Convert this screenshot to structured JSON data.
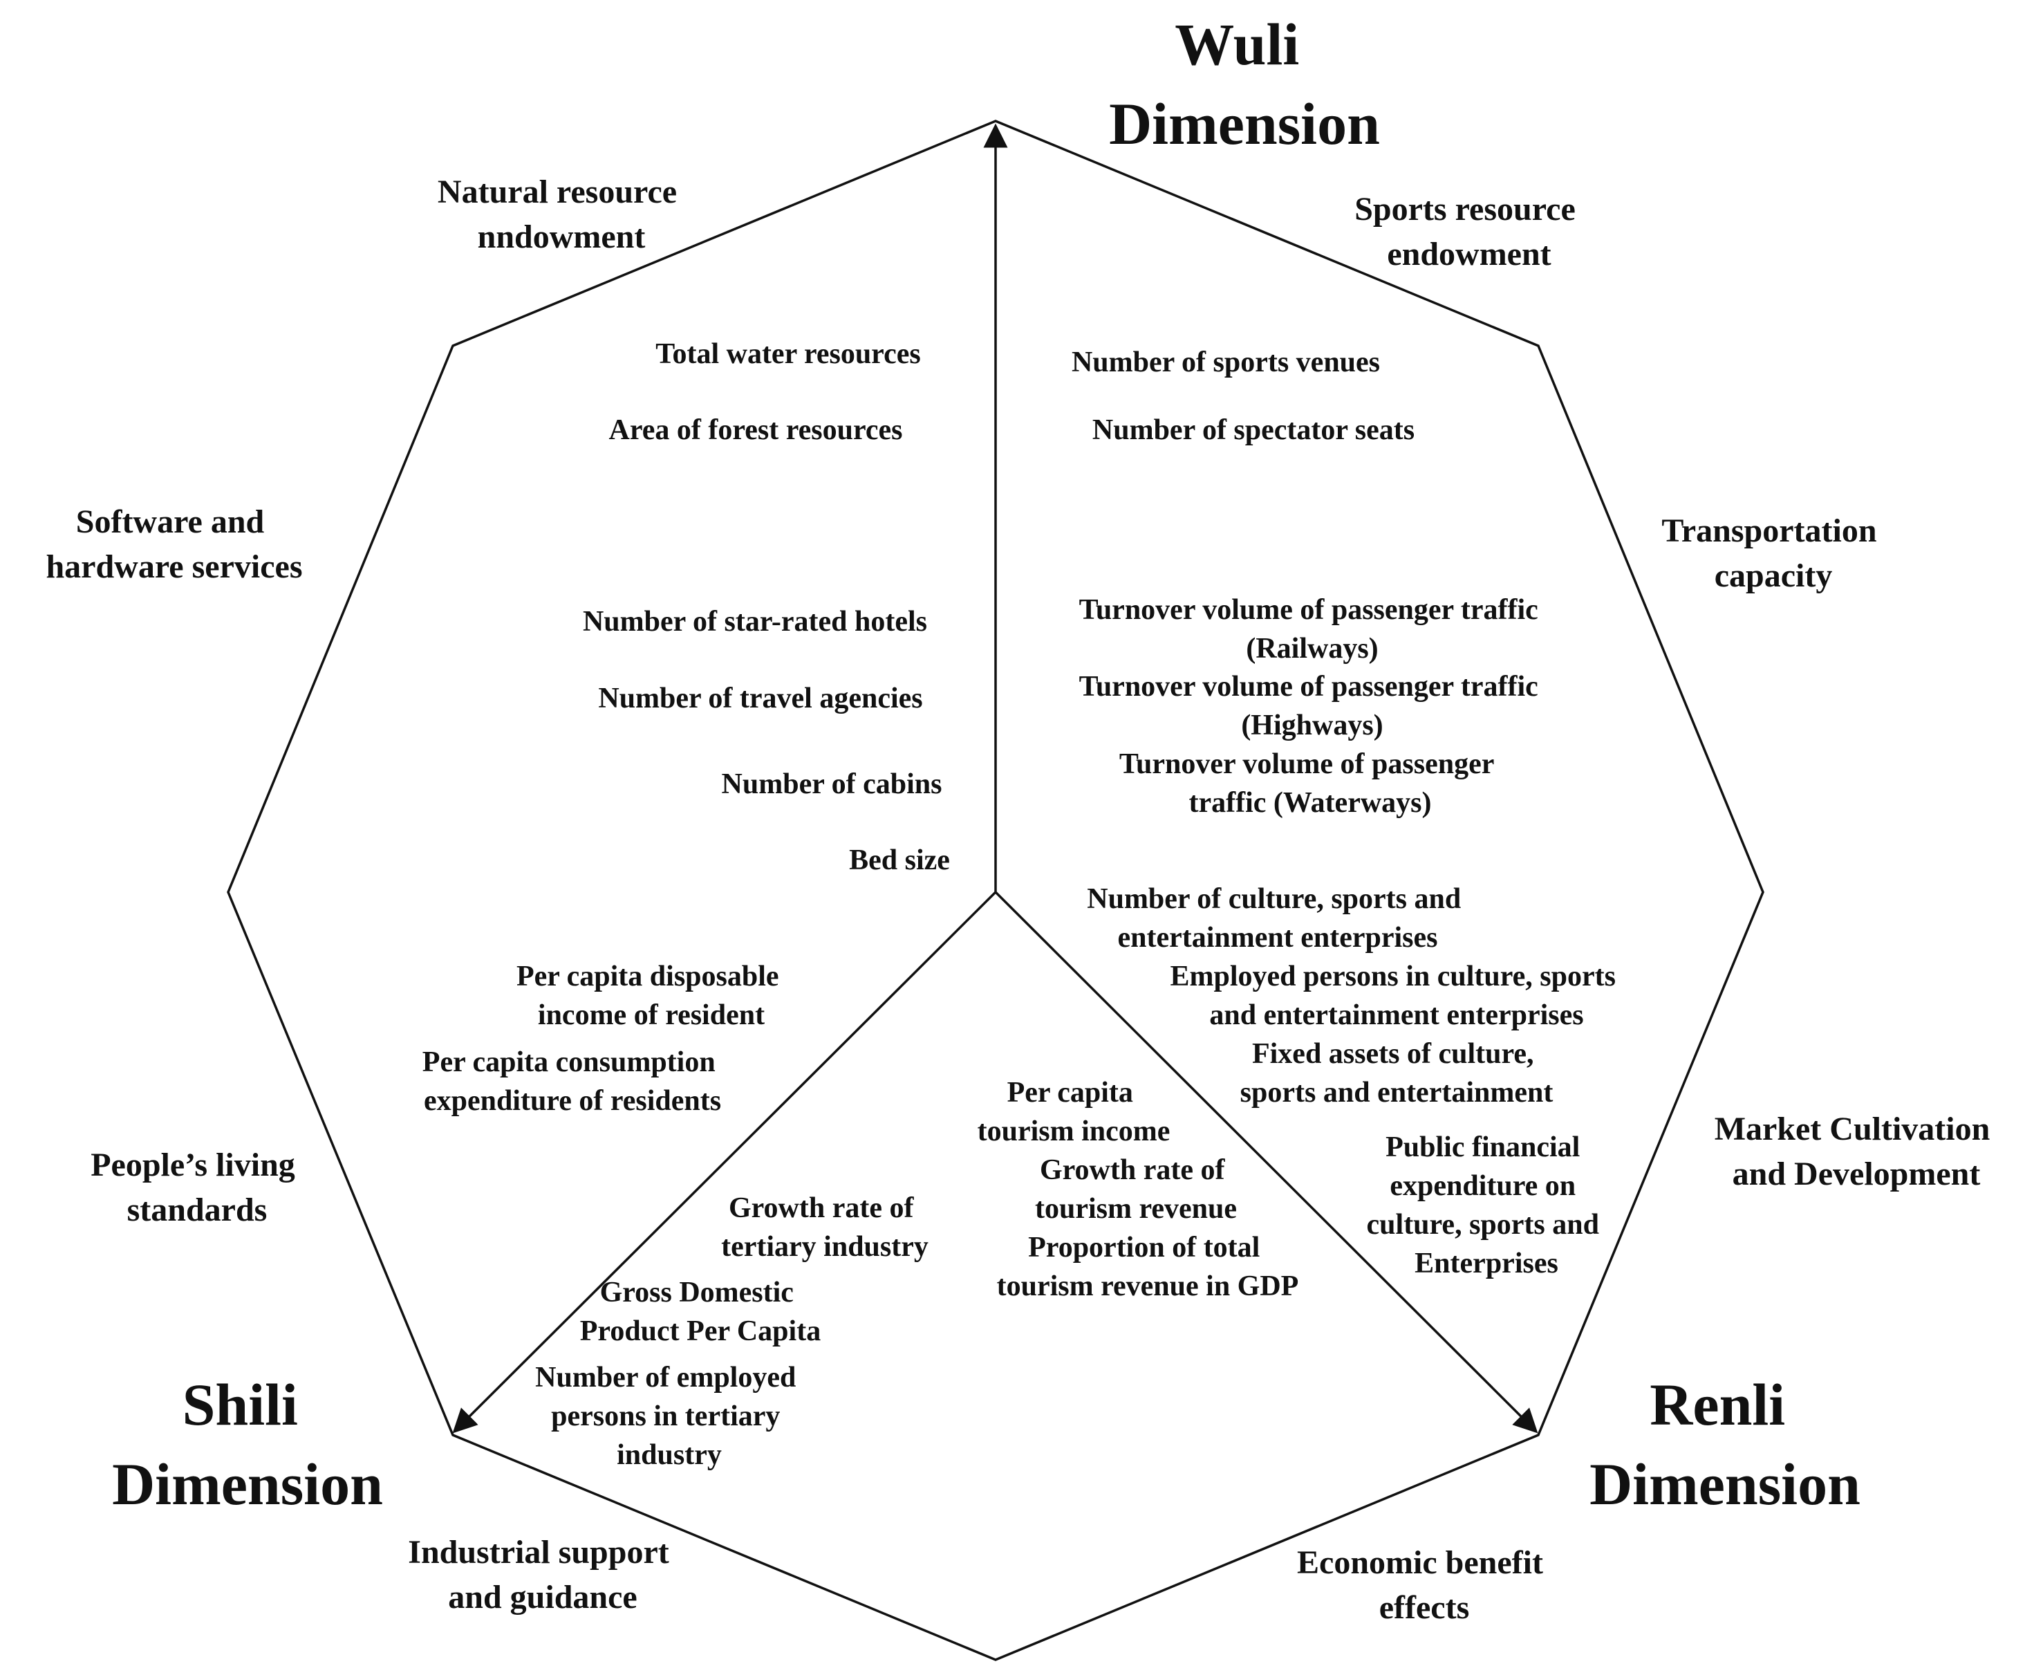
{
  "colors": {
    "line": "#111111",
    "text": "#111111",
    "background": "#ffffff"
  },
  "dimensions": {
    "wuli": [
      "Wuli",
      "Dimension"
    ],
    "shili": [
      "Shili",
      "Dimension"
    ],
    "renli": [
      "Renli",
      "Dimension"
    ]
  },
  "subdimensions": {
    "natural_resource": [
      "Natural resource",
      "nndowment"
    ],
    "sports_resource": [
      "Sports resource",
      "endowment"
    ],
    "software_hardware": [
      "Software and",
      "hardware services"
    ],
    "transportation": [
      "Transportation",
      "capacity"
    ],
    "living_standards": [
      "People’s living",
      "standards"
    ],
    "market_cultivation": [
      "Market Cultivation",
      "and Development"
    ],
    "industrial_support": [
      "Industrial support",
      "and guidance"
    ],
    "economic_benefit": [
      "Economic benefit",
      "effects"
    ]
  },
  "indicators": {
    "water": [
      "Total water resources"
    ],
    "forest": [
      "Area of forest resources"
    ],
    "sports_venues": [
      "Number of sports venues"
    ],
    "spectator_seats": [
      "Number of spectator seats"
    ],
    "hotels": [
      "Number of star-rated hotels"
    ],
    "agencies": [
      "Number of travel agencies"
    ],
    "cabins": [
      "Number of cabins"
    ],
    "beds": [
      "Bed size"
    ],
    "railways": [
      "Turnover volume of passenger traffic",
      "(Railways)"
    ],
    "highways": [
      "Turnover volume of passenger traffic",
      "(Highways)"
    ],
    "waterways": [
      "Turnover volume of passenger",
      "traffic (Waterways)"
    ],
    "enterprises": [
      "Number of culture, sports and",
      "entertainment enterprises"
    ],
    "employed_culture": [
      "Employed persons in culture, sports",
      "and entertainment enterprises"
    ],
    "fixed_assets": [
      "Fixed assets of culture,",
      "sports and entertainment"
    ],
    "public_expenditure": [
      "Public financial",
      "expenditure on",
      "culture, sports and",
      "Enterprises"
    ],
    "disposable_income": [
      "Per capita disposable",
      "income of resident"
    ],
    "consumption": [
      "Per capita consumption",
      "expenditure of residents"
    ],
    "tourism_income": [
      "Per capita",
      "tourism income"
    ],
    "tourism_growth": [
      "Growth rate of",
      "tourism revenue"
    ],
    "tourism_gdp": [
      "Proportion of total",
      "tourism revenue in GDP"
    ],
    "tertiary_growth": [
      "Growth rate of",
      "tertiary industry"
    ],
    "gdp_per_capita": [
      "Gross Domestic",
      "Product Per Capita"
    ],
    "tertiary_employed": [
      "Number of employed",
      "persons in tertiary",
      "industry"
    ]
  }
}
